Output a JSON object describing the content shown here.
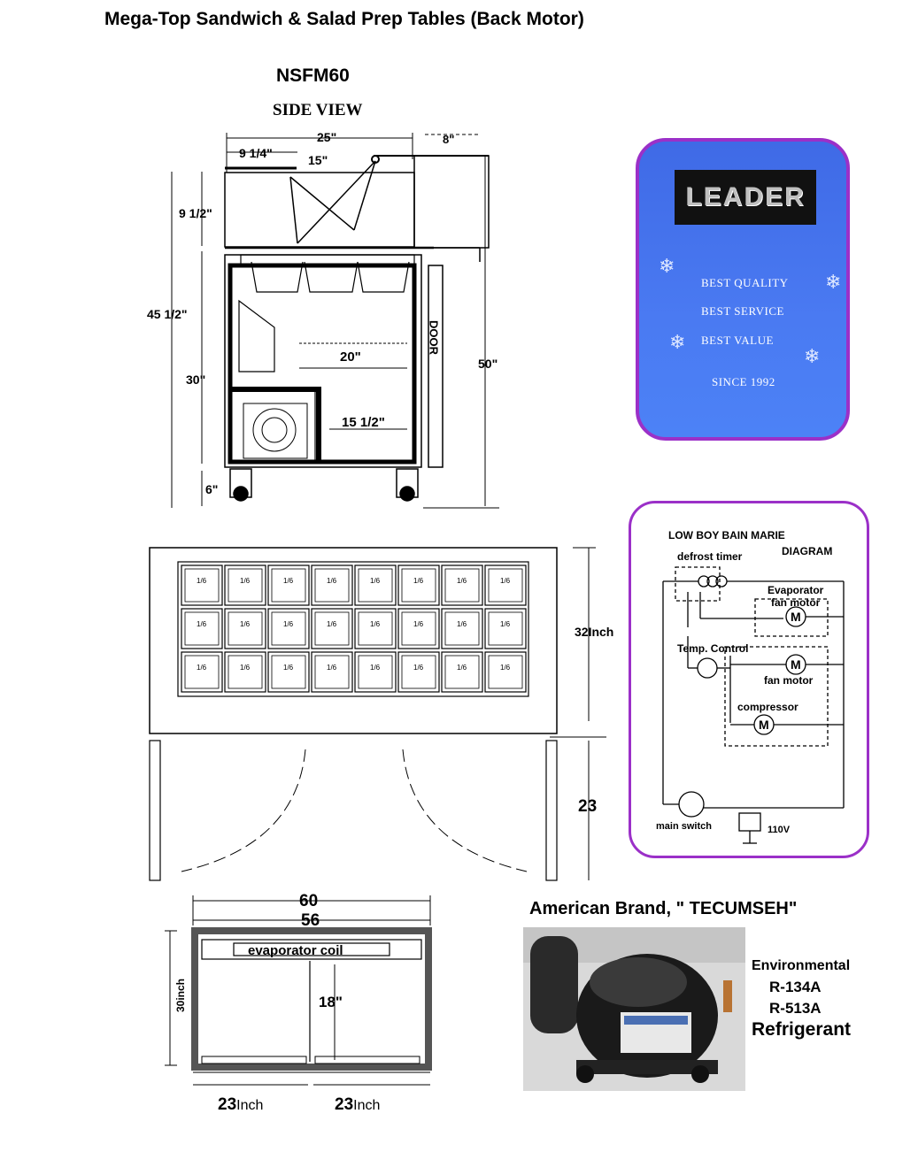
{
  "header": {
    "title": "Mega-Top Sandwich & Salad Prep Tables  (Back Motor)",
    "model": "NSFM60",
    "view_label": "SIDE VIEW"
  },
  "side_view": {
    "dims": {
      "top_width": "25\"",
      "rear_ext": "8\"",
      "inner_left": "9 1/4\"",
      "inner_mid": "15\"",
      "lid_height": "9 1/2\"",
      "overall_height": "45 1/2\"",
      "counter_height": "30\"",
      "interior_width": "20\"",
      "lower_width": "15 1/2\"",
      "total_height": "50\"",
      "caster_height": "6\""
    },
    "door_label": "DOOR"
  },
  "top_view": {
    "pan_label": "1/6",
    "rows": 3,
    "cols": 8,
    "depth_label": "32Inch",
    "leg_label": "23"
  },
  "front_section": {
    "outer_width": "60",
    "inner_width": "56",
    "coil_label": "evaporator coil",
    "height_label": "30inch",
    "shelf_height": "18\"",
    "door_left": "23",
    "door_right": "23",
    "unit": "Inch"
  },
  "leader_card": {
    "logo": "LEADER",
    "slogans": [
      "BEST QUALITY",
      "BEST SERVICE",
      "BEST VALUE"
    ],
    "since": "SINCE 1992",
    "accent": "#9b30c8",
    "background": "#4a7af2"
  },
  "wiring": {
    "title1": "LOW BOY  BAIN MARIE",
    "title2": "DIAGRAM",
    "defrost": "defrost timer",
    "evaporator": "Evaporator",
    "evap_fan": "fan motor",
    "temp_control": "Temp. Control",
    "fan_motor": "fan motor",
    "compressor": "compressor",
    "motor_symbol": "M",
    "main_switch": "main switch",
    "voltage": "110V"
  },
  "compressor_info": {
    "brand": "American Brand, \" TECUMSEH\"",
    "lines": [
      "Environmental",
      "R-134A",
      "R-513A",
      "Refrigerant"
    ]
  }
}
